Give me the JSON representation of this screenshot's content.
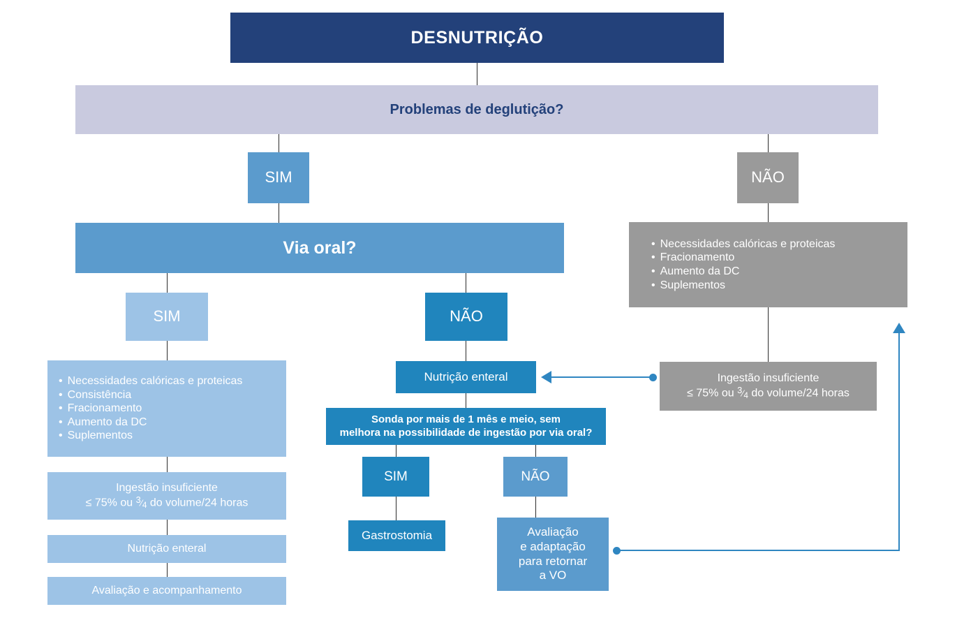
{
  "diagram": {
    "title": "DESNUTRIÇÃO",
    "colors": {
      "navy": "#23417a",
      "lavender": "#c9cadf",
      "medium_blue": "#5b9bcd",
      "light_blue": "#9dc3e6",
      "strong_blue": "#2085bd",
      "gray": "#9a9a9a",
      "connector_blue": "#2f86c1",
      "connector_black": "#2b2b2b"
    },
    "nodes": {
      "root": "DESNUTRIÇÃO",
      "q_deglutition": "Problemas de deglutição?",
      "deglutition_yes": "SIM",
      "deglutition_no": "NÃO",
      "q_via_oral": "Via oral?",
      "via_oral_yes": "SIM",
      "via_oral_no": "NÃO",
      "oral_care": {
        "items": [
          "Necessidades calóricas e proteicas",
          "Consistência",
          "Fracionamento",
          "Aumento da DC",
          "Suplementos"
        ]
      },
      "oral_insufficient": {
        "line1": "Ingestão insuficiente",
        "line2_prefix": "≤ 75% ou ",
        "line2_fraction_num": "3",
        "line2_fraction_den": "4",
        "line2_suffix": " do volume/24 horas"
      },
      "oral_enteral": "Nutrição enteral",
      "oral_followup": "Avaliação e acompanhamento",
      "enteral": "Nutrição enteral",
      "q_sonda_line1": "Sonda por mais de 1 mês e meio, sem",
      "q_sonda_line2": "melhora na possibilidade de ingestão por via oral?",
      "sonda_yes": "SIM",
      "sonda_no": "NÃO",
      "gastrostomy": "Gastrostomia",
      "return_vo": {
        "line1": "Avaliação",
        "line2": "e adaptação",
        "line3": "para retornar",
        "line4": "a VO"
      },
      "no_deglutition_care": {
        "items": [
          "Necessidades calóricas e proteicas",
          "Fracionamento",
          "Aumento da DC",
          "Suplementos"
        ]
      },
      "gray_insufficient": {
        "line1": "Ingestão insuficiente",
        "line2_prefix": "≤ 75% ou ",
        "line2_fraction_num": "3",
        "line2_fraction_den": "4",
        "line2_suffix": " do volume/24 horas"
      }
    }
  }
}
